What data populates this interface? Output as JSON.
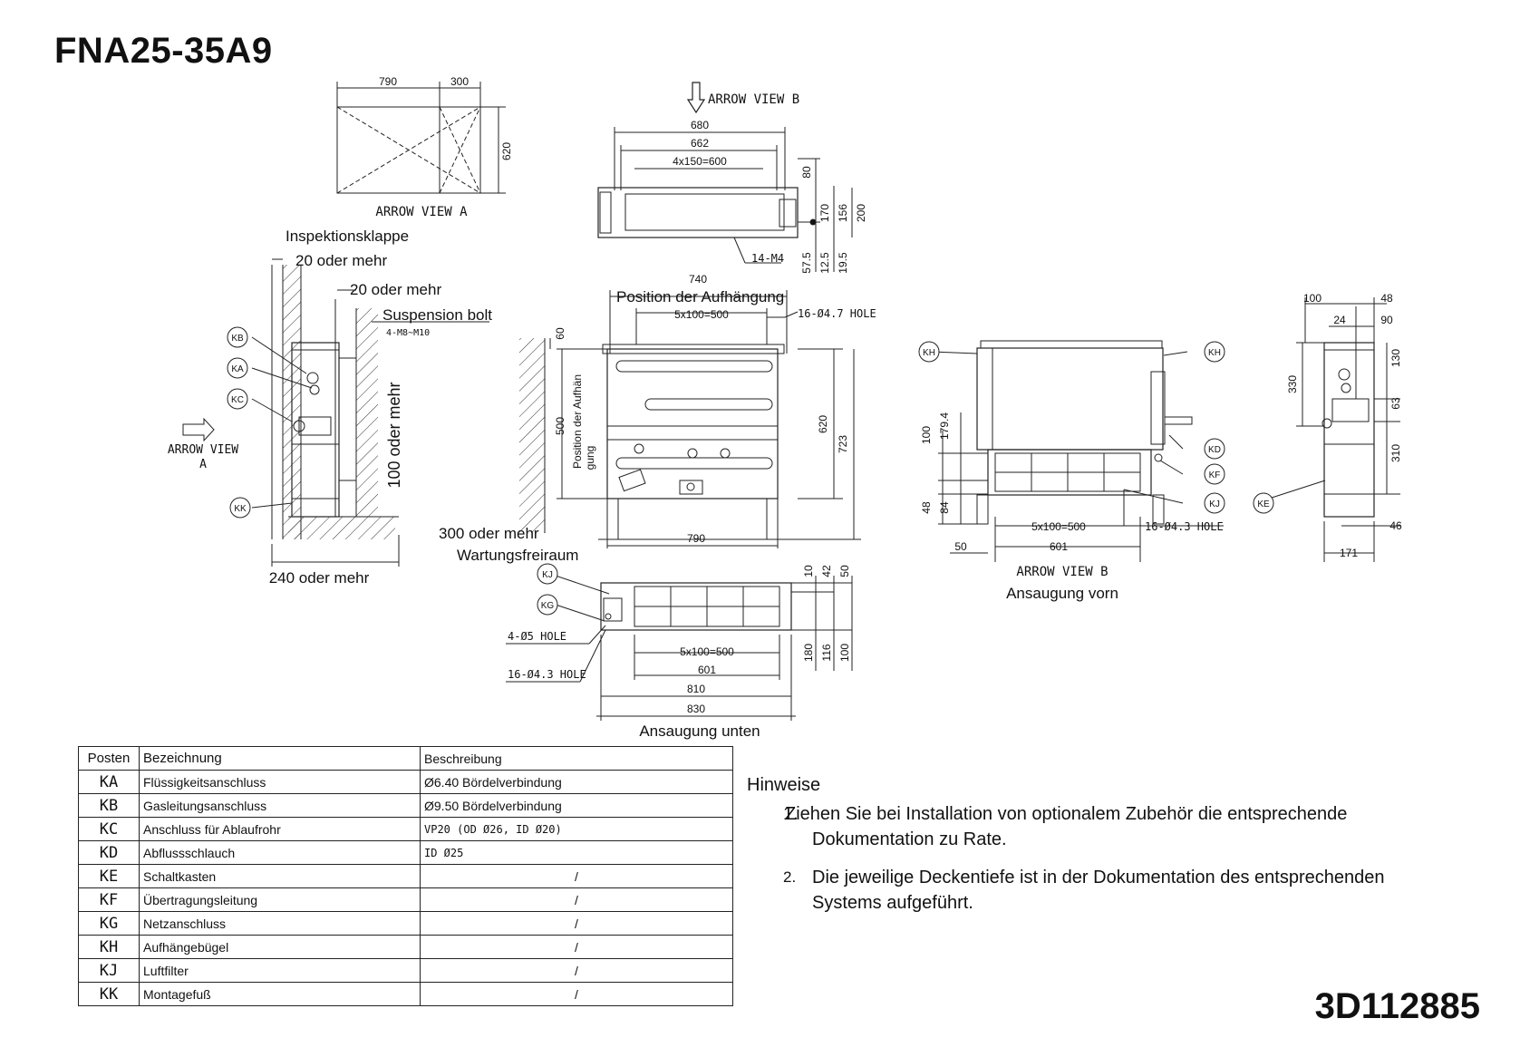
{
  "model": "FNA25-35A9",
  "document_number": "3D112885",
  "labels": {
    "arrow_view_a": "ARROW VIEW A",
    "arrow_view_a_side_1": "ARROW VIEW",
    "arrow_view_a_side_2": "A",
    "arrow_view_b": "ARROW VIEW B",
    "arrow_view_b_front": "ARROW VIEW B",
    "inspection_hatch": "Inspektionsklappe",
    "clearance_20_a": "20 oder mehr",
    "clearance_20_b": "20 oder mehr",
    "suspension_bolt": "Suspension bolt",
    "suspension_bolt_spec": "4-M8~M10",
    "clearance_100": "100 oder mehr",
    "clearance_240": "240 oder mehr",
    "clearance_300": "300 oder mehr",
    "service_space": "Wartungsfreiraum",
    "suspension_position": "Position der Aufhängung",
    "suspension_position_vertical_1": "Position der Aufhän",
    "suspension_position_vertical_2": "gung",
    "hole_16_47": "16-Ø4.7 HOLE",
    "hole_16_43_front": "16-Ø4.3 HOLE",
    "hole_16_43_bottom": "16-Ø4.3 HOLE",
    "hole_4_5": "4-Ø5 HOLE",
    "m4": "14-M4",
    "intake_front": "Ansaugung vorn",
    "intake_bottom": "Ansaugung unten"
  },
  "callouts": [
    "KA",
    "KB",
    "KC",
    "KD",
    "KE",
    "KF",
    "KG",
    "KH",
    "KJ",
    "KK"
  ],
  "dimensions": {
    "top_a_790": "790",
    "top_a_300": "300",
    "top_a_620": "620",
    "b_680": "680",
    "b_662": "662",
    "b_4x150": "4x150=600",
    "b_80": "80",
    "b_170": "170",
    "b_156": "156",
    "b_200": "200",
    "b_575": "57.5",
    "b_125": "12.5",
    "b_195": "19.5",
    "f_740": "740",
    "f_5x100": "5x100=500",
    "f_60": "60",
    "f_500": "500",
    "f_620": "620",
    "f_723": "723",
    "f_790": "790",
    "r_100": "100",
    "r_1794": "179.4",
    "r_48": "48",
    "r_84": "84",
    "r_5x100": "5x100=500",
    "r_50": "50",
    "r_601": "601",
    "s_100": "100",
    "s_48": "48",
    "s_24": "24",
    "s_90": "90",
    "s_330": "330",
    "s_130": "130",
    "s_63": "63",
    "s_310": "310",
    "s_46": "46",
    "s_171": "171",
    "u_10": "10",
    "u_42": "42",
    "u_50": "50",
    "u_180": "180",
    "u_116": "116",
    "u_100": "100",
    "u_5x100": "5x100=500",
    "u_601": "601",
    "u_810": "810",
    "u_830": "830"
  },
  "legend": {
    "headers": [
      "Posten",
      "Bezeichnung",
      "Beschreibung"
    ],
    "rows": [
      {
        "code": "KA",
        "name": "Flüssigkeitsanschluss",
        "desc": "Ø6.40 Bördelverbindung"
      },
      {
        "code": "KB",
        "name": "Gasleitungsanschluss",
        "desc": "Ø9.50 Bördelverbindung"
      },
      {
        "code": "KC",
        "name": "Anschluss für Ablaufrohr",
        "desc": "VP20 (OD Ø26, ID Ø20)"
      },
      {
        "code": "KD",
        "name": "Abflussschlauch",
        "desc": "ID Ø25"
      },
      {
        "code": "KE",
        "name": "Schaltkasten",
        "desc": "/"
      },
      {
        "code": "KF",
        "name": "Übertragungsleitung",
        "desc": "/"
      },
      {
        "code": "KG",
        "name": "Netzanschluss",
        "desc": "/"
      },
      {
        "code": "KH",
        "name": "Aufhängebügel",
        "desc": "/"
      },
      {
        "code": "KJ",
        "name": "Luftfilter",
        "desc": "/"
      },
      {
        "code": "KK",
        "name": "Montagefuß",
        "desc": "/"
      }
    ]
  },
  "notes": {
    "heading": "Hinweise",
    "items": [
      {
        "num": "1.",
        "text_1": "Ziehen Sie bei Installation von optionalem Zubehör die entsprechende",
        "text_2": "Dokumentation zu Rate."
      },
      {
        "num": "2.",
        "text_1": "Die jeweilige Deckentiefe ist in der Dokumentation des entsprechenden",
        "text_2": "Systems aufgeführt."
      }
    ]
  }
}
